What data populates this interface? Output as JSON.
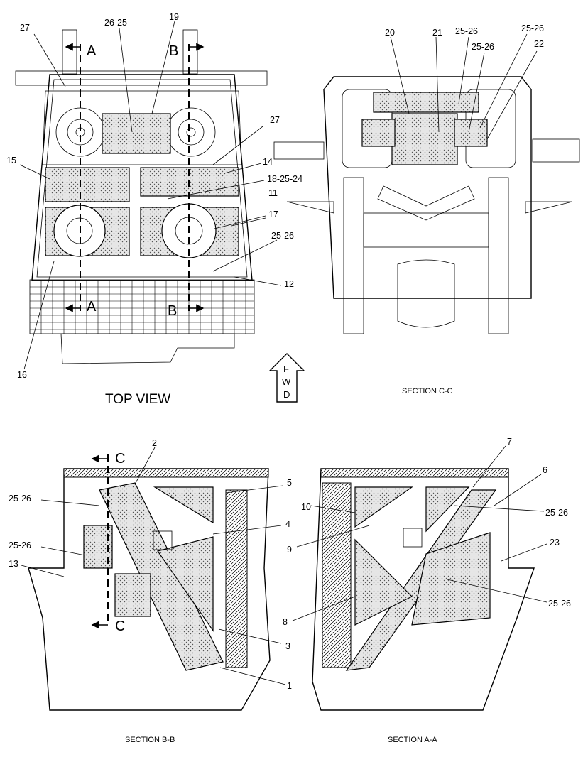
{
  "views": {
    "top_view": {
      "title": "TOP VIEW",
      "callouts": [
        "27",
        "26-25",
        "19",
        "27",
        "15",
        "14",
        "18-25-24",
        "11",
        "17",
        "25-26",
        "12",
        "16"
      ],
      "section_markers": [
        "A",
        "B",
        "A",
        "B"
      ]
    },
    "section_c": {
      "title": "SECTION C-C",
      "callouts": [
        "20",
        "21",
        "25-26",
        "25-26",
        "25-26",
        "22"
      ]
    },
    "section_b": {
      "title": "SECTION B-B",
      "callouts": [
        "2",
        "5",
        "25-26",
        "4",
        "25-26",
        "13",
        "3",
        "1"
      ],
      "section_markers": [
        "C",
        "C"
      ]
    },
    "section_a": {
      "title": "SECTION A-A",
      "callouts": [
        "7",
        "6",
        "10",
        "25-26",
        "9",
        "23",
        "8",
        "25-26"
      ]
    }
  },
  "direction_indicator": {
    "letters": [
      "F",
      "W",
      "D"
    ]
  }
}
